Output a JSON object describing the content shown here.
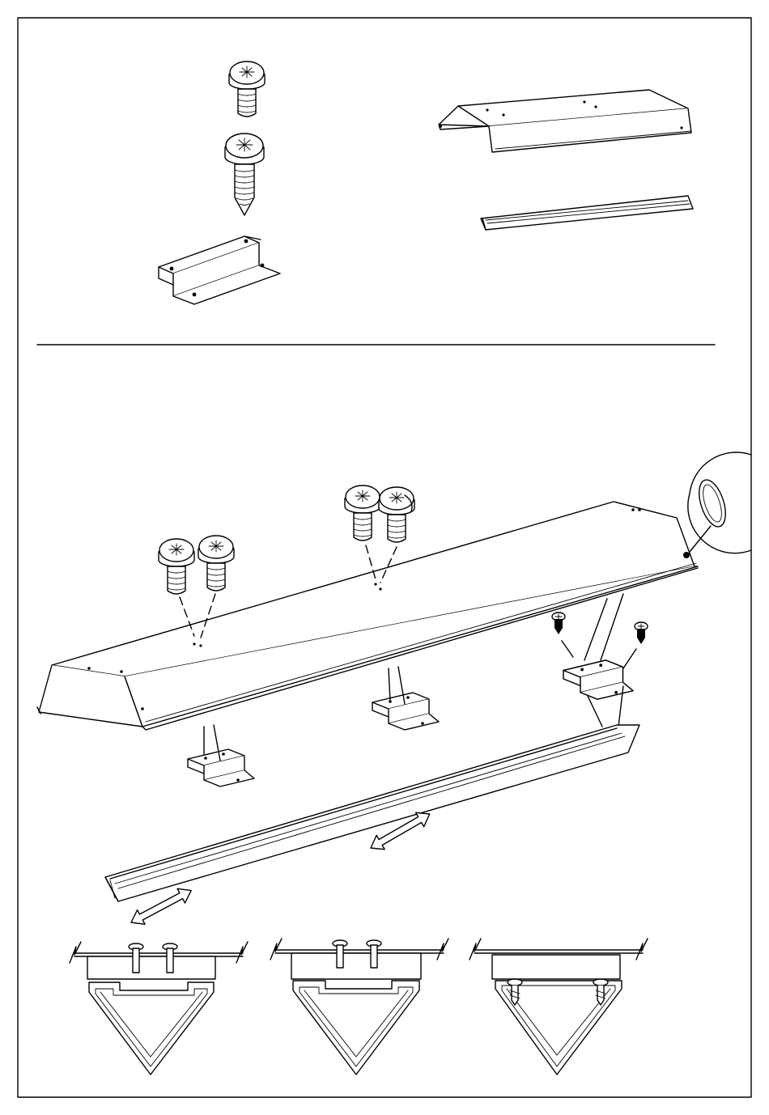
{
  "document": {
    "type": "assembly-instruction-page",
    "text_labels": []
  },
  "parts_panel": {
    "items": [
      {
        "name": "short-screw",
        "icon": "screw-icon"
      },
      {
        "name": "pointed-screw",
        "icon": "screw-icon"
      },
      {
        "name": "mounting-bracket",
        "icon": "bracket-icon"
      },
      {
        "name": "top-cover-rail",
        "icon": "rail-icon"
      },
      {
        "name": "lower-trim-strip",
        "icon": "strip-icon"
      }
    ]
  },
  "assembly_panel": {
    "motion_hints": [
      "slide-arrow-icon",
      "slide-arrow-icon"
    ],
    "detail_callout": "oval-slot-icon",
    "cross_sections": 3
  },
  "colors": {
    "line": "#000000",
    "paper": "#ffffff"
  }
}
